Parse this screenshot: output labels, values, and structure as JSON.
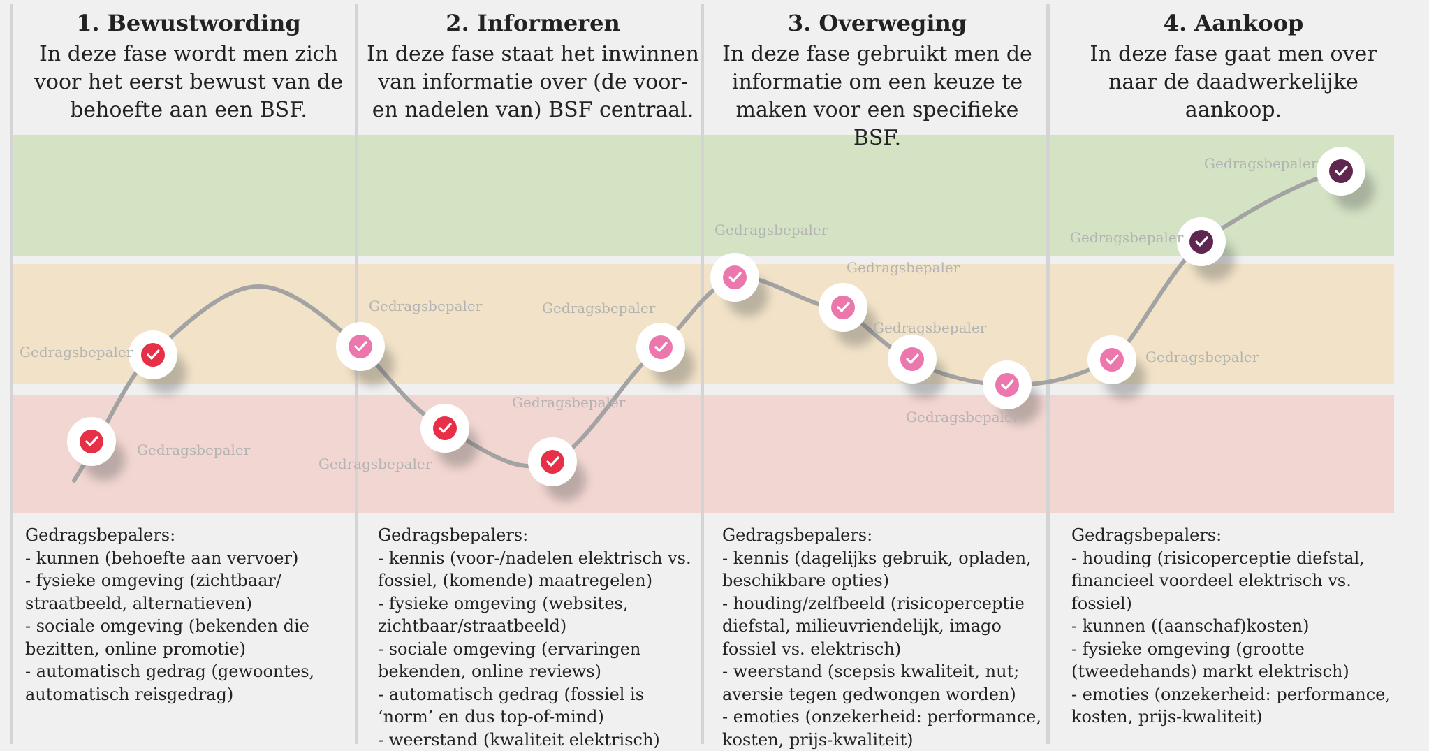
{
  "phases": [
    {
      "title": "1. Bewustwording",
      "description": "In deze fase wordt men zich voor het eerst bewust van de behoefte aan een BSF.",
      "list_heading": "Gedragsbepalers:",
      "items": [
        "- kunnen (behoefte aan vervoer)",
        "- fysieke omgeving (zichtbaar/ straatbeeld, alternatieven)",
        "- sociale omgeving (bekenden die bezitten, online promotie)",
        "- automatisch gedrag (gewoontes, automatisch reisgedrag)"
      ]
    },
    {
      "title": "2. Informeren",
      "description": "In deze fase staat het inwinnen van informatie over (de voor- en nadelen van) BSF centraal.",
      "list_heading": "Gedragsbepalers:",
      "items": [
        "- kennis (voor-/nadelen elektrisch vs. fossiel, (komende) maatregelen)",
        "- fysieke omgeving (websites, zichtbaar/straatbeeld)",
        "- sociale omgeving (ervaringen bekenden, online reviews)",
        "- automatisch gedrag (fossiel is ‘norm’ en dus top-of-mind)",
        "- weerstand (kwaliteit elektrisch)"
      ]
    },
    {
      "title": "3. Overweging",
      "description": "In deze fase gebruikt men de informatie om een keuze te maken voor een specifieke BSF.",
      "list_heading": "Gedragsbepalers:",
      "items": [
        "- kennis (dagelijks gebruik, opladen, beschikbare opties)",
        "- houding/zelfbeeld (risicoperceptie diefstal, milieuvriendelijk, imago fossiel vs. elektrisch)",
        "- weerstand (scepsis kwaliteit, nut; aversie tegen gedwongen worden)",
        "- emoties (onzekerheid: performance, kosten, prijs-kwaliteit)"
      ]
    },
    {
      "title": "4. Aankoop",
      "description": "In deze fase gaat men over naar de daadwerkelijke aankoop.",
      "list_heading": "Gedragsbepalers:",
      "items": [
        "- houding (risicoperceptie diefstal, financieel voordeel elektrisch vs. fossiel)",
        "- kunnen ((aanschaf)kosten)",
        "- fysieke omgeving (grootte (tweedehands) markt elektrisch)",
        "- emoties (onzekerheid: performance, kosten, prijs-kwaliteit)"
      ]
    }
  ],
  "journey": {
    "label_text": "Gedragsbepaler",
    "colors": {
      "band_positive": "#d4e3c4",
      "band_neutral": "#f2e3c8",
      "band_negative": "#f2d6d1",
      "curve": "#a3a3a3",
      "marker_red": "#e82f48",
      "marker_pink": "#ec77ac",
      "marker_purple": "#5f2650"
    },
    "markers": [
      {
        "phase": 1,
        "level": "negative",
        "color": "red"
      },
      {
        "phase": 1,
        "level": "neutral",
        "color": "red"
      },
      {
        "phase": 2,
        "level": "neutral",
        "color": "pink"
      },
      {
        "phase": 2,
        "level": "negative",
        "color": "red"
      },
      {
        "phase": 2,
        "level": "negative",
        "color": "red"
      },
      {
        "phase": 2,
        "level": "neutral",
        "color": "pink"
      },
      {
        "phase": 3,
        "level": "neutral",
        "color": "pink"
      },
      {
        "phase": 3,
        "level": "neutral",
        "color": "pink"
      },
      {
        "phase": 3,
        "level": "neutral",
        "color": "pink"
      },
      {
        "phase": 3,
        "level": "neutral",
        "color": "pink"
      },
      {
        "phase": 4,
        "level": "neutral",
        "color": "pink"
      },
      {
        "phase": 4,
        "level": "positive",
        "color": "purple"
      },
      {
        "phase": 4,
        "level": "positive",
        "color": "purple"
      }
    ]
  }
}
